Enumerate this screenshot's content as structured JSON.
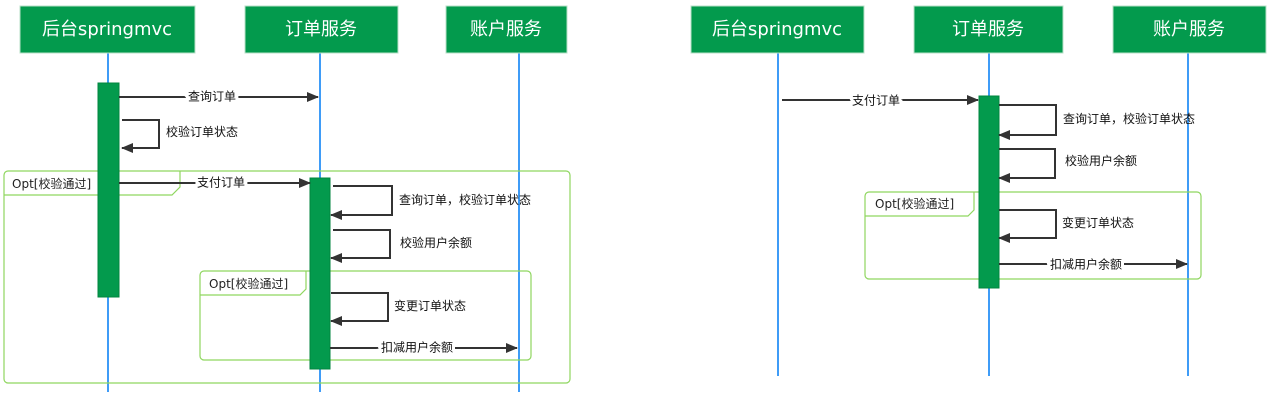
{
  "diagrams": [
    {
      "participants": [
        "后台springmvc",
        "订单服务",
        "账户服务"
      ],
      "messages": [
        "查询订单",
        "校验订单状态",
        "支付订单",
        "查询订单，校验订单状态",
        "校验用户余额",
        "变更订单状态",
        "扣减用户余额"
      ],
      "frames": [
        "Opt[校验通过]",
        "Opt[校验通过]"
      ]
    },
    {
      "participants": [
        "后台springmvc",
        "订单服务",
        "账户服务"
      ],
      "messages": [
        "支付订单",
        "查询订单，校验订单状态",
        "校验用户余额",
        "变更订单状态",
        "扣减用户余额"
      ],
      "frames": [
        "Opt[校验通过]"
      ]
    }
  ],
  "colors": {
    "participant": "#039a4d",
    "lifeline": "#3f9cf7",
    "frame": "#8fd65f",
    "arrow": "#333333"
  }
}
